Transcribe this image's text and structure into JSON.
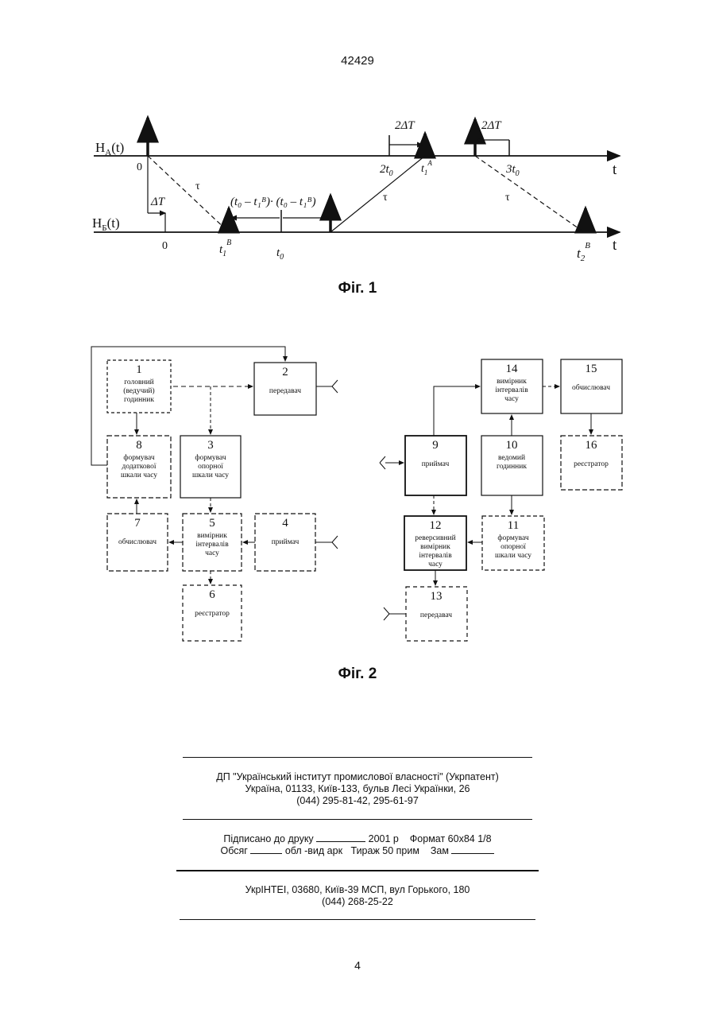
{
  "header": {
    "document_number": "42429"
  },
  "figure1": {
    "caption": "Фіг. 1",
    "axis_a_label": "H",
    "axis_a_sub": "A",
    "axis_a_arg": "(t)",
    "axis_b_label": "H",
    "axis_b_sub": "Б",
    "axis_b_arg": "(t)",
    "t_label": "t",
    "origin_a": "0",
    "origin_b": "0",
    "delta_t": "ΔT",
    "two_delta_t_1": "2ΔT",
    "two_delta_t_2": "2ΔT",
    "tau_1": "τ",
    "tau_2": "τ",
    "tau_3": "τ",
    "two_t0": "2t",
    "two_t0_sub": "0",
    "three_t0": "3t",
    "three_t0_sub": "0",
    "t1_a": "t",
    "t1_a_sub": "1",
    "t1_a_sup": "A",
    "t1_b": "t",
    "t1_b_sub": "1",
    "t1_b_sup": "B",
    "t0": "t",
    "t0_sub": "0",
    "t2_b": "t",
    "t2_b_sub": "2",
    "t2_b_sup": "B",
    "interval_label": "(t₀ – t₁ᴮ)· (t₀ – t₁ᴮ)"
  },
  "figure2": {
    "caption": "Фіг. 2",
    "blocks": [
      {
        "num": "1",
        "label": "головний (ведучий) годинник"
      },
      {
        "num": "2",
        "label": "передавач"
      },
      {
        "num": "3",
        "label": "формувач опорної шкали часу"
      },
      {
        "num": "4",
        "label": "приймач"
      },
      {
        "num": "5",
        "label": "вимірник інтервалів часу"
      },
      {
        "num": "6",
        "label": "реєстратор"
      },
      {
        "num": "7",
        "label": "обчислювач"
      },
      {
        "num": "8",
        "label": "формувач додаткової шкали часу"
      },
      {
        "num": "9",
        "label": "приймач"
      },
      {
        "num": "10",
        "label": "ведомий годинник"
      },
      {
        "num": "11",
        "label": "формувач опорної шкали часу"
      },
      {
        "num": "12",
        "label": "реверсивний вимірник інтервалів часу"
      },
      {
        "num": "13",
        "label": "передавач"
      },
      {
        "num": "14",
        "label": "вимірник інтервалів часу"
      },
      {
        "num": "15",
        "label": "обчислювач"
      },
      {
        "num": "16",
        "label": "реєстратор"
      }
    ]
  },
  "imprint": {
    "org_line1": "ДП \"Український інститут промислової власності\" (Укрпатент)",
    "org_line2": "Україна, 01133, Київ-133, бульв Лесі Українки, 26",
    "org_line3": "(044) 295-81-42, 295-61-97",
    "signed_label": "Підписано до друку",
    "signed_year": "2001 р",
    "format": "Формат 60х84 1/8",
    "volume_label": "Обсяг",
    "volume_unit": "обл -вид арк",
    "circulation": "Тираж 50 прим",
    "order_label": "Зам",
    "printer_line1": "УкрІНТЕІ, 03680, Київ-39 МСП, вул Горького, 180",
    "printer_line2": "(044) 268-25-22"
  },
  "footer": {
    "page_number": "4"
  }
}
